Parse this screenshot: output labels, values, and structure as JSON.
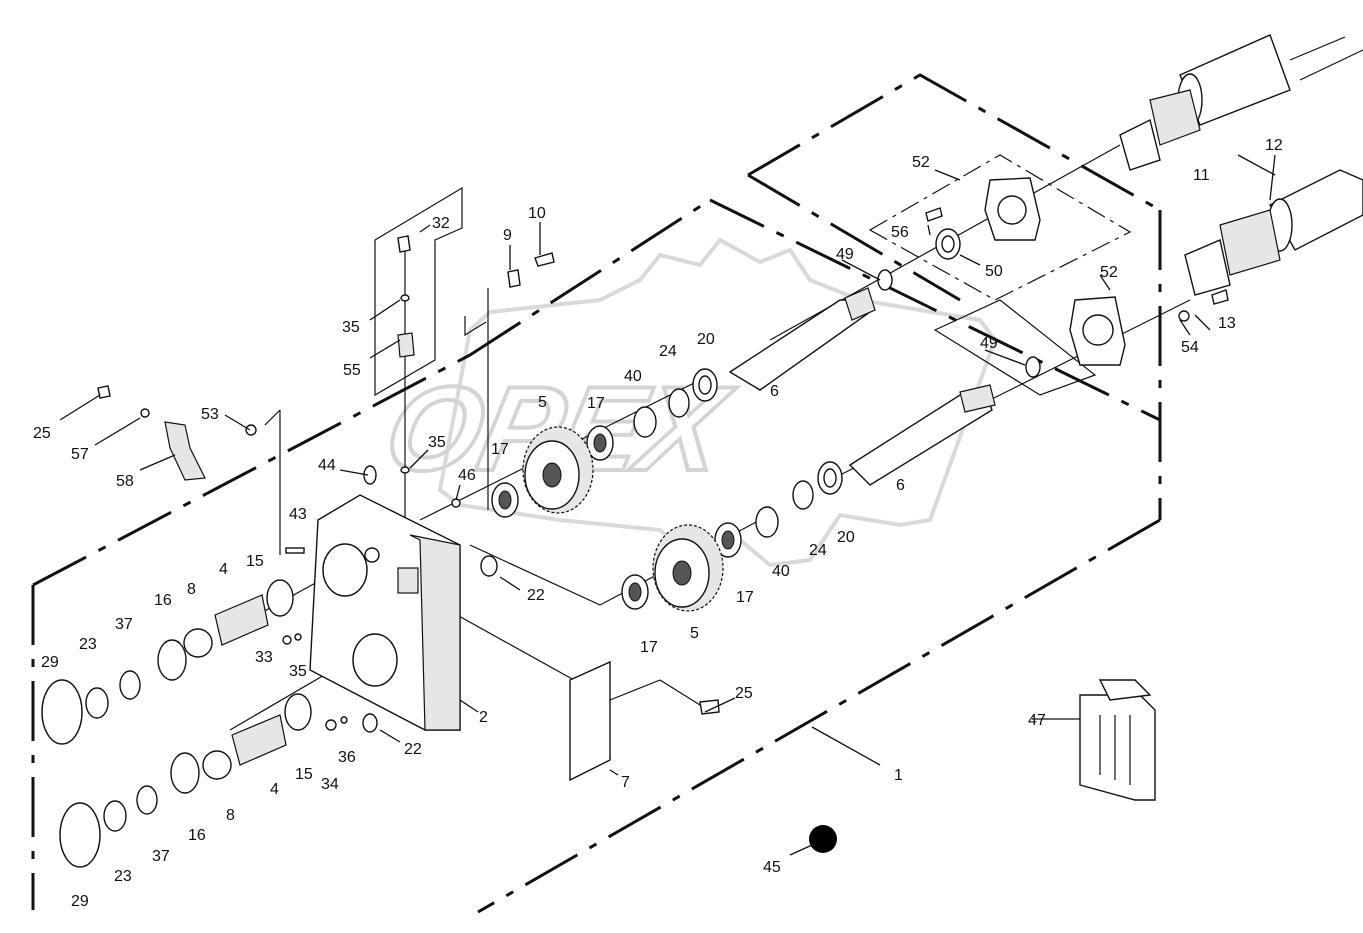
{
  "watermark": "OPEX",
  "callouts": [
    {
      "id": "c-1",
      "label": "1"
    },
    {
      "id": "c-2",
      "label": "2"
    },
    {
      "id": "c-4a",
      "label": "4"
    },
    {
      "id": "c-4b",
      "label": "4"
    },
    {
      "id": "c-5a",
      "label": "5"
    },
    {
      "id": "c-5b",
      "label": "5"
    },
    {
      "id": "c-6a",
      "label": "6"
    },
    {
      "id": "c-6b",
      "label": "6"
    },
    {
      "id": "c-7",
      "label": "7"
    },
    {
      "id": "c-8a",
      "label": "8"
    },
    {
      "id": "c-8b",
      "label": "8"
    },
    {
      "id": "c-9",
      "label": "9"
    },
    {
      "id": "c-10",
      "label": "10"
    },
    {
      "id": "c-11",
      "label": "11"
    },
    {
      "id": "c-12",
      "label": "12"
    },
    {
      "id": "c-13",
      "label": "13"
    },
    {
      "id": "c-15a",
      "label": "15"
    },
    {
      "id": "c-15b",
      "label": "15"
    },
    {
      "id": "c-16a",
      "label": "16"
    },
    {
      "id": "c-16b",
      "label": "16"
    },
    {
      "id": "c-17a",
      "label": "17"
    },
    {
      "id": "c-17b",
      "label": "17"
    },
    {
      "id": "c-17c",
      "label": "17"
    },
    {
      "id": "c-17d",
      "label": "17"
    },
    {
      "id": "c-20a",
      "label": "20"
    },
    {
      "id": "c-20b",
      "label": "20"
    },
    {
      "id": "c-22a",
      "label": "22"
    },
    {
      "id": "c-22b",
      "label": "22"
    },
    {
      "id": "c-23a",
      "label": "23"
    },
    {
      "id": "c-23b",
      "label": "23"
    },
    {
      "id": "c-24a",
      "label": "24"
    },
    {
      "id": "c-24b",
      "label": "24"
    },
    {
      "id": "c-25a",
      "label": "25"
    },
    {
      "id": "c-25b",
      "label": "25"
    },
    {
      "id": "c-29a",
      "label": "29"
    },
    {
      "id": "c-29b",
      "label": "29"
    },
    {
      "id": "c-32",
      "label": "32"
    },
    {
      "id": "c-33",
      "label": "33"
    },
    {
      "id": "c-34",
      "label": "34"
    },
    {
      "id": "c-35a",
      "label": "35"
    },
    {
      "id": "c-35b",
      "label": "35"
    },
    {
      "id": "c-35c",
      "label": "35"
    },
    {
      "id": "c-36",
      "label": "36"
    },
    {
      "id": "c-37a",
      "label": "37"
    },
    {
      "id": "c-37b",
      "label": "37"
    },
    {
      "id": "c-40a",
      "label": "40"
    },
    {
      "id": "c-40b",
      "label": "40"
    },
    {
      "id": "c-43",
      "label": "43"
    },
    {
      "id": "c-44",
      "label": "44"
    },
    {
      "id": "c-45",
      "label": "45"
    },
    {
      "id": "c-46",
      "label": "46"
    },
    {
      "id": "c-47",
      "label": "47"
    },
    {
      "id": "c-49a",
      "label": "49"
    },
    {
      "id": "c-49b",
      "label": "49"
    },
    {
      "id": "c-50",
      "label": "50"
    },
    {
      "id": "c-52a",
      "label": "52"
    },
    {
      "id": "c-52b",
      "label": "52"
    },
    {
      "id": "c-53",
      "label": "53"
    },
    {
      "id": "c-54",
      "label": "54"
    },
    {
      "id": "c-55",
      "label": "55"
    },
    {
      "id": "c-56",
      "label": "56"
    },
    {
      "id": "c-57",
      "label": "57"
    },
    {
      "id": "c-58",
      "label": "58"
    }
  ]
}
